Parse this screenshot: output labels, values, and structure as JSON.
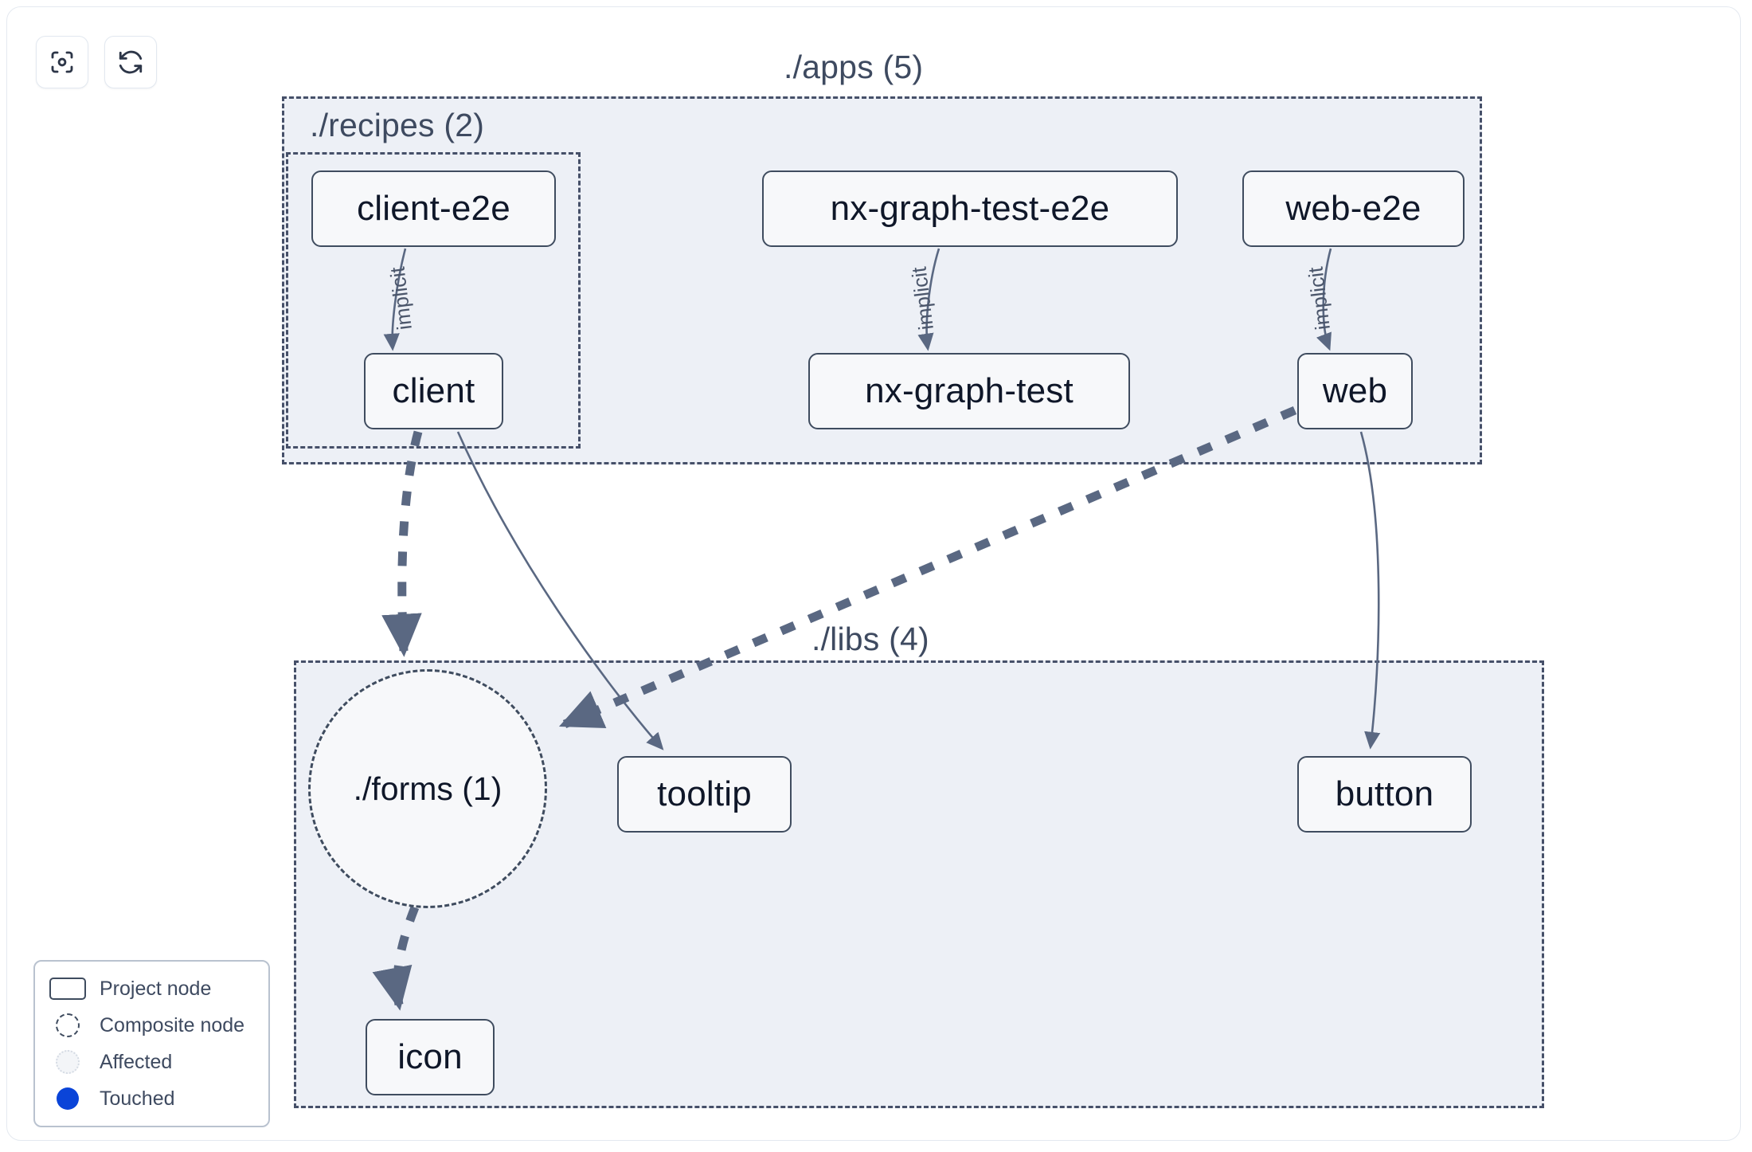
{
  "toolbar": {
    "buttons": [
      {
        "name": "focus-graph-button",
        "icon": "focus-target-icon",
        "label": ""
      },
      {
        "name": "refresh-graph-button",
        "icon": "refresh-icon",
        "label": ""
      }
    ]
  },
  "graph": {
    "groups": [
      {
        "id": "apps",
        "title": "./apps (5)"
      },
      {
        "id": "recipes",
        "title": "./recipes (2)"
      },
      {
        "id": "libs",
        "title": "./libs (4)"
      }
    ],
    "nodes": [
      {
        "id": "client-e2e",
        "label": "client-e2e",
        "shape": "rect",
        "group": "recipes"
      },
      {
        "id": "client",
        "label": "client",
        "shape": "rect",
        "group": "recipes"
      },
      {
        "id": "nx-graph-test-e2e",
        "label": "nx-graph-test-e2e",
        "shape": "rect",
        "group": "apps"
      },
      {
        "id": "nx-graph-test",
        "label": "nx-graph-test",
        "shape": "rect",
        "group": "apps"
      },
      {
        "id": "web-e2e",
        "label": "web-e2e",
        "shape": "rect",
        "group": "apps"
      },
      {
        "id": "web",
        "label": "web",
        "shape": "rect",
        "group": "apps"
      },
      {
        "id": "forms",
        "label": "./forms (1)",
        "shape": "circle",
        "group": "libs"
      },
      {
        "id": "tooltip",
        "label": "tooltip",
        "shape": "rect",
        "group": "libs"
      },
      {
        "id": "button",
        "label": "button",
        "shape": "rect",
        "group": "libs"
      },
      {
        "id": "icon",
        "label": "icon",
        "shape": "rect",
        "group": "libs"
      }
    ],
    "edges": [
      {
        "from": "client-e2e",
        "to": "client",
        "label": "implicit",
        "style": "solid"
      },
      {
        "from": "nx-graph-test-e2e",
        "to": "nx-graph-test",
        "label": "implicit",
        "style": "solid"
      },
      {
        "from": "web-e2e",
        "to": "web",
        "label": "implicit",
        "style": "solid"
      },
      {
        "from": "client",
        "to": "forms",
        "label": "",
        "style": "dashed"
      },
      {
        "from": "client",
        "to": "tooltip",
        "label": "",
        "style": "solid"
      },
      {
        "from": "web",
        "to": "forms",
        "label": "",
        "style": "dashed"
      },
      {
        "from": "web",
        "to": "button",
        "label": "",
        "style": "solid"
      },
      {
        "from": "forms",
        "to": "icon",
        "label": "",
        "style": "dashed"
      }
    ]
  },
  "legend": {
    "items": [
      {
        "label": "Project node",
        "swatch": "rect-outline"
      },
      {
        "label": "Composite node",
        "swatch": "dashed-circle"
      },
      {
        "label": "Affected",
        "swatch": "dotted-circle"
      },
      {
        "label": "Touched",
        "swatch": "filled-circle"
      }
    ]
  },
  "colors": {
    "node_border": "#3f4c5f",
    "node_fill": "#f7f8fa",
    "group_fill": "#edf0f6",
    "group_border": "#465069",
    "edge": "#5a6882",
    "touched": "#0a44d8",
    "text": "#0f1729"
  }
}
